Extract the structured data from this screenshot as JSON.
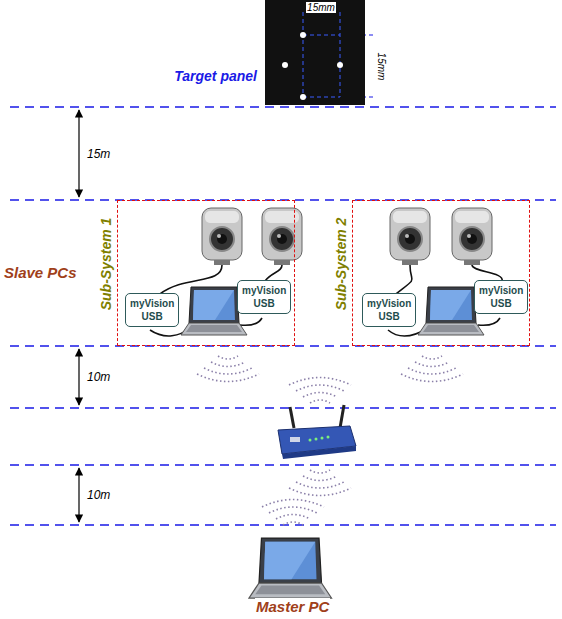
{
  "diagram": {
    "nodes": [
      {
        "text": [
          "Target panel"
        ]
      },
      {
        "text": [
          "Sub-System 1"
        ]
      },
      {
        "text": [
          "myVision USB"
        ],
        "in": 1
      },
      {
        "text": [
          "myVision USB"
        ],
        "in": 1
      },
      {
        "text": [
          "Sub-System 2"
        ]
      },
      {
        "text": [
          "myVision USB"
        ],
        "in": 4
      },
      {
        "text": [
          "myVision USB"
        ],
        "in": 4
      }
    ],
    "labels": [
      "15mm",
      "15mm",
      "15m",
      "Slave PCs",
      "10m",
      "10m",
      "Master PC"
    ]
  }
}
